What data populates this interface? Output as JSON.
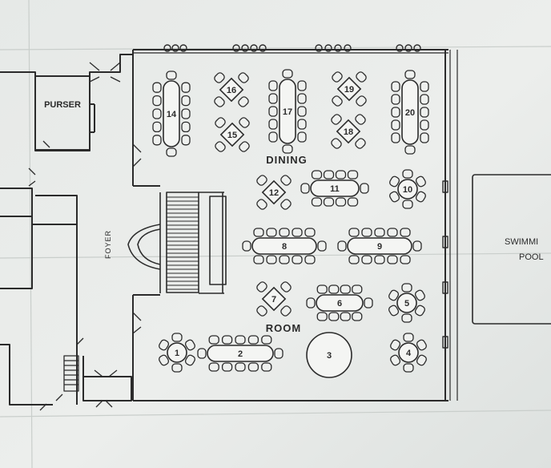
{
  "colors": {
    "paper": "#e9ecea",
    "paper_shade": "#dfe3e1",
    "ink": "#2b2b2b",
    "chair_fill": "#eef0ee",
    "table_fill": "#f4f5f3"
  },
  "labels": {
    "purser": "PURSER",
    "foyer": "FOYER",
    "dining": "DINING",
    "room": "ROOM",
    "pool_line1": "SWIMMI",
    "pool_line2": "POOL"
  },
  "tables": [
    {
      "number": "1",
      "shape": "round"
    },
    {
      "number": "2",
      "shape": "oval"
    },
    {
      "number": "3",
      "shape": "round"
    },
    {
      "number": "4",
      "shape": "round"
    },
    {
      "number": "5",
      "shape": "round"
    },
    {
      "number": "6",
      "shape": "oval"
    },
    {
      "number": "7",
      "shape": "diamond"
    },
    {
      "number": "8",
      "shape": "oval"
    },
    {
      "number": "9",
      "shape": "oval"
    },
    {
      "number": "10",
      "shape": "round"
    },
    {
      "number": "11",
      "shape": "oval"
    },
    {
      "number": "12",
      "shape": "diamond"
    },
    {
      "number": "14",
      "shape": "oval"
    },
    {
      "number": "15",
      "shape": "diamond"
    },
    {
      "number": "16",
      "shape": "diamond"
    },
    {
      "number": "17",
      "shape": "oval"
    },
    {
      "number": "18",
      "shape": "diamond"
    },
    {
      "number": "19",
      "shape": "diamond"
    },
    {
      "number": "20",
      "shape": "oval"
    }
  ]
}
